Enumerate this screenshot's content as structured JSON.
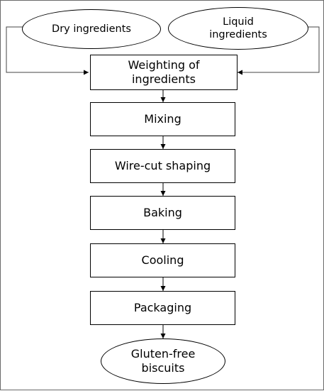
{
  "diagram": {
    "inputs": [
      {
        "id": "dry",
        "label": "Dry ingredients"
      },
      {
        "id": "liquid",
        "label": "Liquid ingredients"
      }
    ],
    "steps": [
      {
        "id": "weighting",
        "label": "Weighting of ingredients"
      },
      {
        "id": "mixing",
        "label": "Mixing"
      },
      {
        "id": "shaping",
        "label": "Wire-cut shaping"
      },
      {
        "id": "baking",
        "label": "Baking"
      },
      {
        "id": "cooling",
        "label": "Cooling"
      },
      {
        "id": "packaging",
        "label": "Packaging"
      }
    ],
    "output": {
      "id": "product",
      "label": "Gluten-free biscuits"
    }
  }
}
